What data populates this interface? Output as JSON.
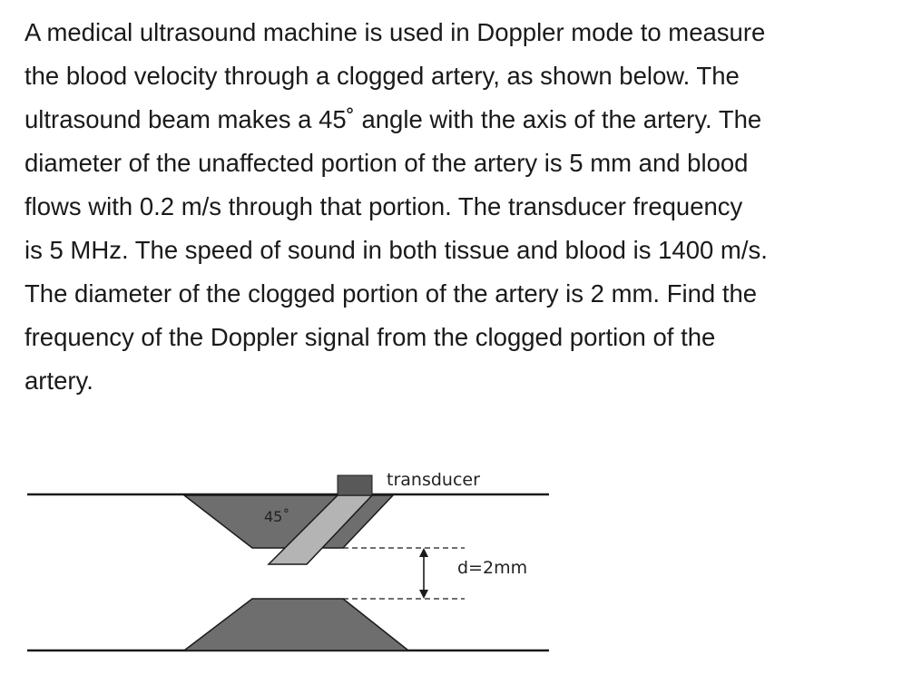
{
  "problem": {
    "lines": [
      "A medical ultrasound machine is used in Doppler mode to measure",
      "the blood velocity through a clogged artery, as shown below.  The",
      "ultrasound beam makes a 45˚ angle with the axis of the artery.  The",
      "diameter of the unaffected portion of the artery is 5 mm and blood",
      "flows with 0.2 m/s through that portion.  The transducer frequency",
      "is 5 MHz.  The speed of sound in both tissue and blood is 1400 m/s.",
      "The diameter of the clogged portion of the artery is 2 mm.  Find the",
      "frequency of the Doppler signal from the clogged portion of the",
      "artery."
    ]
  },
  "figure": {
    "angle_label": "45˚",
    "transducer_label": "transducer",
    "diameter_label": "d=2mm",
    "colors": {
      "plaque": "#6e6e6e",
      "beam": "#b4b4b4",
      "transducer": "#595959",
      "wall": "#1a1a1a"
    }
  }
}
